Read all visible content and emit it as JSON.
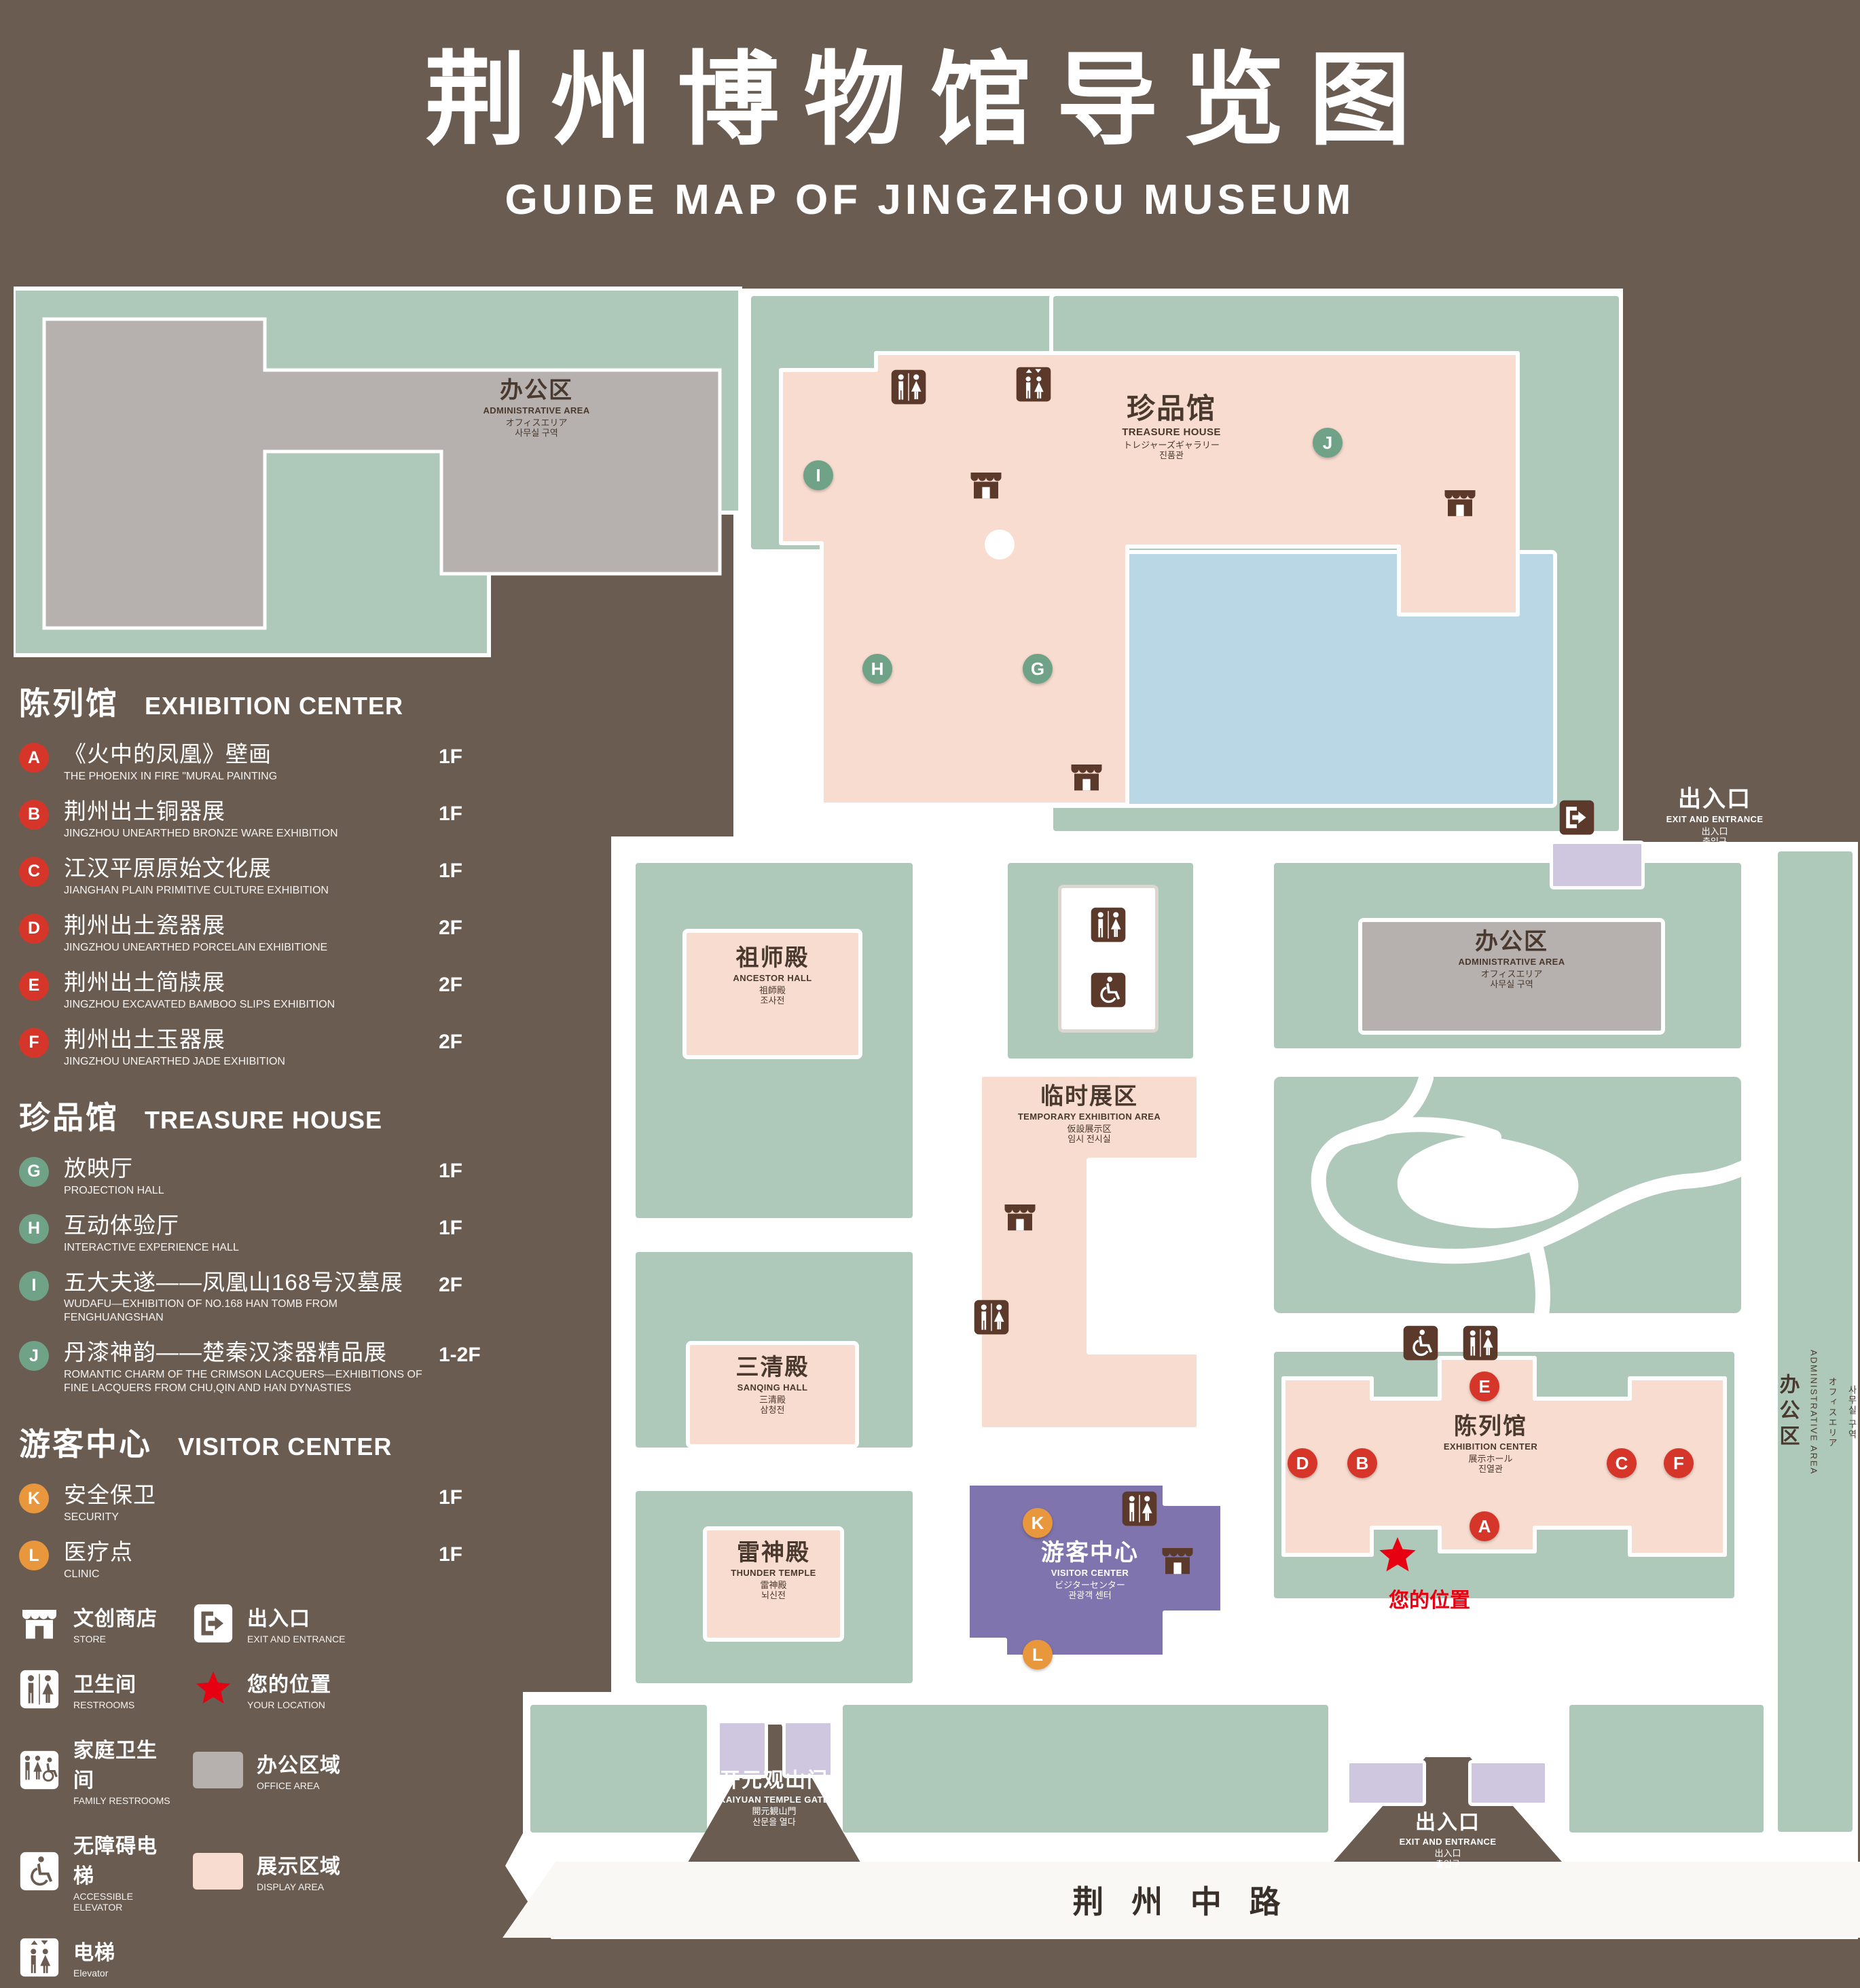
{
  "colors": {
    "background": "#6b5c51",
    "map_green": "#aec9ba",
    "display_area": "#f8dcd0",
    "office_area": "#b6b1ae",
    "water": "#b9d7e4",
    "visitor_center": "#7f74ad",
    "entrance_building": "#cfc6e0",
    "marker_red": "#d6362a",
    "marker_green": "#6fa287",
    "marker_orange": "#e8973c",
    "location_red": "#e60012",
    "path_white": "#ffffff",
    "map_icon_brown": "#5b3a2b"
  },
  "header": {
    "title": "荆州博物馆导览图",
    "subtitle": "GUIDE MAP OF JINGZHOU MUSEUM"
  },
  "legend": {
    "sections": [
      {
        "zh": "陈列馆",
        "en": "EXHIBITION CENTER",
        "marker_color": "#d6362a",
        "items": [
          {
            "letter": "A",
            "zh": "《火中的凤凰》壁画",
            "en": "THE PHOENIX IN FIRE \"MURAL PAINTING",
            "floor": "1F"
          },
          {
            "letter": "B",
            "zh": "荆州出土铜器展",
            "en": "JINGZHOU UNEARTHED BRONZE WARE EXHIBITION",
            "floor": "1F"
          },
          {
            "letter": "C",
            "zh": "江汉平原原始文化展",
            "en": "JIANGHAN PLAIN PRIMITIVE CULTURE EXHIBITION",
            "floor": "1F"
          },
          {
            "letter": "D",
            "zh": "荆州出土瓷器展",
            "en": "JINGZHOU UNEARTHED PORCELAIN EXHIBITIONE",
            "floor": "2F"
          },
          {
            "letter": "E",
            "zh": "荆州出土简牍展",
            "en": "JINGZHOU EXCAVATED BAMBOO SLIPS EXHIBITION",
            "floor": "2F"
          },
          {
            "letter": "F",
            "zh": "荆州出土玉器展",
            "en": "JINGZHOU UNEARTHED JADE EXHIBITION",
            "floor": "2F"
          }
        ]
      },
      {
        "zh": "珍品馆",
        "en": "TREASURE HOUSE",
        "marker_color": "#6fa287",
        "items": [
          {
            "letter": "G",
            "zh": "放映厅",
            "en": "PROJECTION HALL",
            "floor": "1F"
          },
          {
            "letter": "H",
            "zh": "互动体验厅",
            "en": "INTERACTIVE EXPERIENCE HALL",
            "floor": "1F"
          },
          {
            "letter": "I",
            "zh": "五大夫遂——凤凰山168号汉墓展",
            "en": "WUDAFU—EXHIBITION OF NO.168 HAN TOMB FROM FENGHUANGSHAN",
            "floor": "2F"
          },
          {
            "letter": "J",
            "zh": "丹漆神韵——楚秦汉漆器精品展",
            "en": "ROMANTIC CHARM OF THE CRIMSON LACQUERS—EXHIBITIONS OF FINE LACQUERS FROM CHU,QIN AND HAN DYNASTIES",
            "floor": "1-2F"
          }
        ]
      },
      {
        "zh": "游客中心",
        "en": "VISITOR CENTER",
        "marker_color": "#e8973c",
        "items": [
          {
            "letter": "K",
            "zh": "安全保卫",
            "en": "SECURITY",
            "floor": "1F"
          },
          {
            "letter": "L",
            "zh": "医疗点",
            "en": "CLINIC",
            "floor": "1F"
          }
        ]
      }
    ],
    "symbols": [
      {
        "icon": "store-icon",
        "zh": "文创商店",
        "en": "STORE"
      },
      {
        "icon": "exit-icon",
        "zh": "出入口",
        "en": "EXIT AND ENTRANCE"
      },
      {
        "icon": "restroom-icon",
        "zh": "卫生间",
        "en": "RESTROOMS"
      },
      {
        "icon": "location-star-icon",
        "zh": "您的位置",
        "en": "YOUR LOCATION"
      },
      {
        "icon": "family-restroom-icon",
        "zh": "家庭卫生间",
        "en": "FAMILY RESTROOMS"
      },
      {
        "icon": "office-area-swatch",
        "zh": "办公区域",
        "en": "OFFICE AREA"
      },
      {
        "icon": "accessible-elevator-icon",
        "zh": "无障碍电梯",
        "en": "ACCESSIBLE ELEVATOR"
      },
      {
        "icon": "display-area-swatch",
        "zh": "展示区域",
        "en": "DISPLAY AREA"
      },
      {
        "icon": "elevator-icon",
        "zh": "电梯",
        "en": "Elevator"
      }
    ]
  },
  "map": {
    "buildings": {
      "admin_top": {
        "zh": "办公区",
        "en": "ADMINISTRATIVE AREA",
        "jp": "オフィスエリア",
        "kr": "사무실 구역"
      },
      "treasure": {
        "zh": "珍品馆",
        "en": "TREASURE HOUSE",
        "jp": "トレジャーズギャラリー",
        "kr": "진품관"
      },
      "exit_right": {
        "zh": "出入口",
        "en": "EXIT AND ENTRANCE",
        "jp": "出入口",
        "kr": "출입구"
      },
      "ancestor": {
        "zh": "祖师殿",
        "en": "ANCESTOR HALL",
        "jp": "祖師殿",
        "kr": "조사전"
      },
      "admin_right": {
        "zh": "办公区",
        "en": "ADMINISTRATIVE AREA",
        "jp": "オフィスエリア",
        "kr": "사무실 구역"
      },
      "temporary": {
        "zh": "临时展区",
        "en": "TEMPORARY EXHIBITION AREA",
        "jp": "仮設展示区",
        "kr": "임시 전시실"
      },
      "sanqing": {
        "zh": "三清殿",
        "en": "SANQING HALL",
        "jp": "三清殿",
        "kr": "삼청전"
      },
      "thunder": {
        "zh": "雷神殿",
        "en": "THUNDER TEMPLE",
        "jp": "雷神殿",
        "kr": "뇌신전"
      },
      "visitor": {
        "zh": "游客中心",
        "en": "VISITOR CENTER",
        "jp": "ビジターセンター",
        "kr": "관광객 센터"
      },
      "exhibition": {
        "zh": "陈列馆",
        "en": "EXHIBITION CENTER",
        "jp": "展示ホール",
        "kr": "진열관"
      },
      "gate": {
        "zh": "开元观山门",
        "en": "KAIYUAN TEMPLE GATE",
        "jp": "開元観山門",
        "kr": "산문을 열다"
      },
      "exit_bottom": {
        "zh": "出入口",
        "en": "EXIT AND ENTRANCE",
        "jp": "出入口",
        "kr": "출입구"
      },
      "admin_side": {
        "zh": "办公区",
        "en": "ADMINISTRATIVE AREA",
        "jp": "オフィスエリア",
        "kr": "사무실 구역"
      }
    },
    "your_location": "您的位置",
    "road": "荆 州 中 路",
    "marker_letters": {
      "A": "A",
      "B": "B",
      "C": "C",
      "D": "D",
      "E": "E",
      "F": "F",
      "G": "G",
      "H": "H",
      "I": "I",
      "J": "J",
      "K": "K",
      "L": "L"
    }
  }
}
